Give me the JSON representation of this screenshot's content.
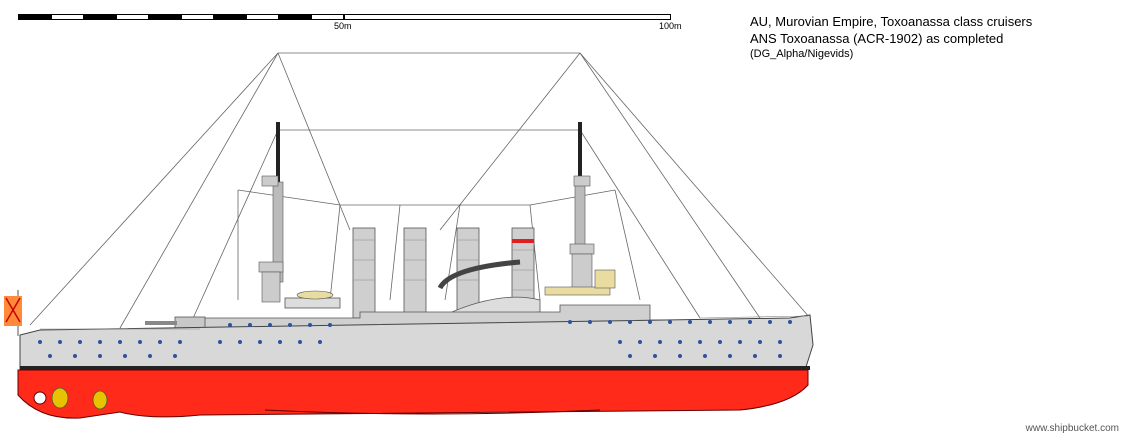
{
  "scale_bar": {
    "mid_label": "50m",
    "end_label": "100m"
  },
  "title": {
    "line1": "AU, Murovian Empire, Toxoanassa class cruisers",
    "line2": "ANS Toxoanassa (ACR-1902) as completed",
    "credit": "(DG_Alpha/Nigevids)"
  },
  "watermark": "www.shipbucket.com",
  "colors": {
    "hull_red": "#ff2a1a",
    "hull_grey": "#d8d8d8",
    "boat_tan": "#e8dca0",
    "porthole": "#3050a0",
    "flag_orange": "#ff8a3a"
  }
}
